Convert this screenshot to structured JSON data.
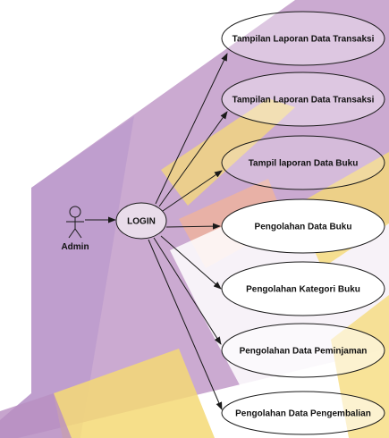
{
  "colors": {
    "watermark_purple": "#9b5aa6",
    "watermark_yellow": "#f5c94a",
    "watermark_peach": "#f3a98a",
    "use_case_fill": "#ffffff",
    "login_fill": "#e9dcea",
    "line": "#1a1a1a"
  },
  "actor": {
    "name": "Admin",
    "icon": "stick-figure-icon"
  },
  "login": {
    "label": "LOGIN"
  },
  "use_cases": [
    {
      "id": "uc1",
      "label": "Tampilan Laporan Data Transaksi"
    },
    {
      "id": "uc2",
      "label": "Tampilan Laporan Data Transaksi"
    },
    {
      "id": "uc3",
      "label": "Tampil laporan Data Buku"
    },
    {
      "id": "uc4",
      "label": "Pengolahan Data Buku"
    },
    {
      "id": "uc5",
      "label": "Pengolahan Kategori Buku"
    },
    {
      "id": "uc6",
      "label": "Pengolahan Data Peminjaman"
    },
    {
      "id": "uc7",
      "label": "Pengolahan Data Pengembalian"
    }
  ]
}
